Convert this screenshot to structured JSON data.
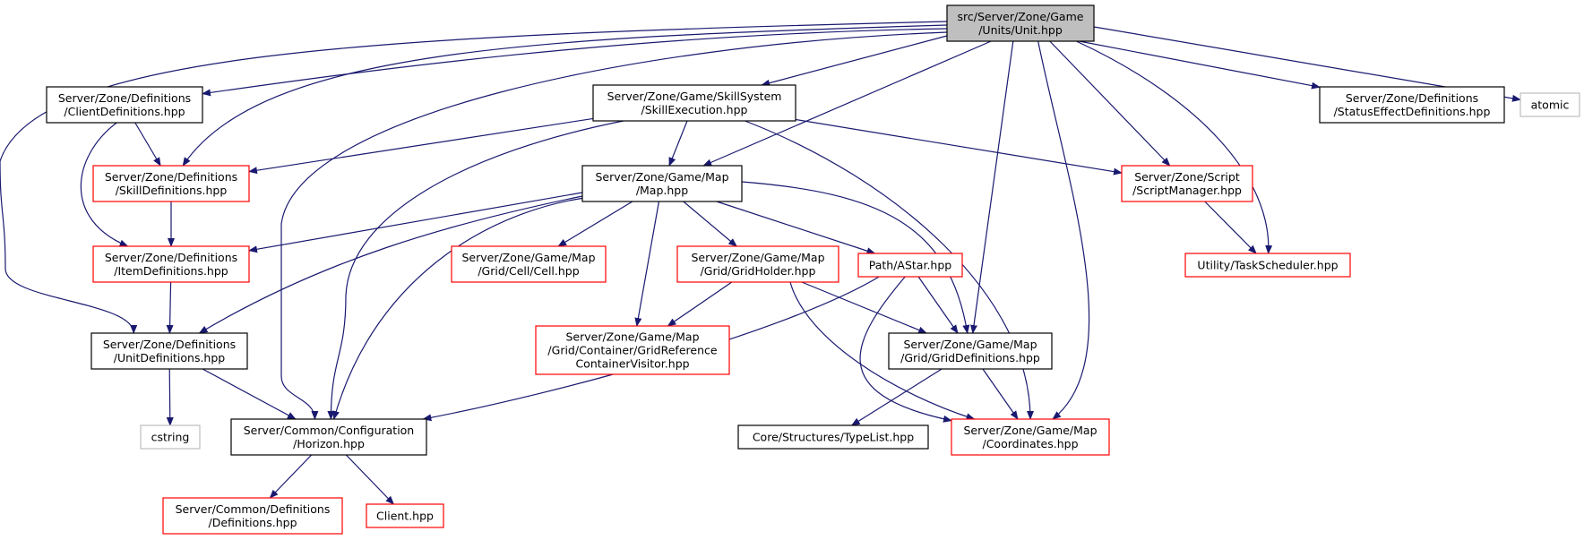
{
  "colors": {
    "edge": "#191970",
    "root_fill": "#bfbfbf",
    "root_border": "#000000",
    "documented_border": "#000000",
    "truncated_border": "#ff0000",
    "external_border": "#bfbfbf",
    "text": "#000000"
  },
  "nodes": [
    {
      "id": "unit",
      "lines": [
        "src/Server/Zone/Game",
        "/Units/Unit.hpp"
      ],
      "kind": "root"
    },
    {
      "id": "clientdefs",
      "lines": [
        "Server/Zone/Definitions",
        "/ClientDefinitions.hpp"
      ],
      "kind": "documented"
    },
    {
      "id": "skillexec",
      "lines": [
        "Server/Zone/Game/SkillSystem",
        "/SkillExecution.hpp"
      ],
      "kind": "documented"
    },
    {
      "id": "statusdefs",
      "lines": [
        "Server/Zone/Definitions",
        "/StatusEffectDefinitions.hpp"
      ],
      "kind": "documented"
    },
    {
      "id": "atomic",
      "lines": [
        "atomic"
      ],
      "kind": "external"
    },
    {
      "id": "skilldefs",
      "lines": [
        "Server/Zone/Definitions",
        "/SkillDefinitions.hpp"
      ],
      "kind": "truncated"
    },
    {
      "id": "map",
      "lines": [
        "Server/Zone/Game/Map",
        "/Map.hpp"
      ],
      "kind": "documented"
    },
    {
      "id": "scriptmgr",
      "lines": [
        "Server/Zone/Script",
        "/ScriptManager.hpp"
      ],
      "kind": "truncated"
    },
    {
      "id": "itemdefs",
      "lines": [
        "Server/Zone/Definitions",
        "/ItemDefinitions.hpp"
      ],
      "kind": "truncated"
    },
    {
      "id": "cell",
      "lines": [
        "Server/Zone/Game/Map",
        "/Grid/Cell/Cell.hpp"
      ],
      "kind": "truncated"
    },
    {
      "id": "gridholder",
      "lines": [
        "Server/Zone/Game/Map",
        "/Grid/GridHolder.hpp"
      ],
      "kind": "truncated"
    },
    {
      "id": "astar",
      "lines": [
        "Path/AStar.hpp"
      ],
      "kind": "truncated"
    },
    {
      "id": "taskscheduler",
      "lines": [
        "Utility/TaskScheduler.hpp"
      ],
      "kind": "truncated"
    },
    {
      "id": "unitdefs",
      "lines": [
        "Server/Zone/Definitions",
        "/UnitDefinitions.hpp"
      ],
      "kind": "documented"
    },
    {
      "id": "gridvisitor",
      "lines": [
        "Server/Zone/Game/Map",
        "/Grid/Container/GridReference",
        "ContainerVisitor.hpp"
      ],
      "kind": "truncated"
    },
    {
      "id": "griddefs",
      "lines": [
        "Server/Zone/Game/Map",
        "/Grid/GridDefinitions.hpp"
      ],
      "kind": "documented"
    },
    {
      "id": "cstring",
      "lines": [
        "cstring"
      ],
      "kind": "external"
    },
    {
      "id": "horizon",
      "lines": [
        "Server/Common/Configuration",
        "/Horizon.hpp"
      ],
      "kind": "documented"
    },
    {
      "id": "typelist",
      "lines": [
        "Core/Structures/TypeList.hpp"
      ],
      "kind": "documented"
    },
    {
      "id": "coordinates",
      "lines": [
        "Server/Zone/Game/Map",
        "/Coordinates.hpp"
      ],
      "kind": "truncated"
    },
    {
      "id": "commondefs",
      "lines": [
        "Server/Common/Definitions",
        "/Definitions.hpp"
      ],
      "kind": "truncated"
    },
    {
      "id": "clienthpp",
      "lines": [
        "Client.hpp"
      ],
      "kind": "truncated"
    }
  ],
  "edges": [
    {
      "from": "unit",
      "to": "clientdefs"
    },
    {
      "from": "unit",
      "to": "skillexec"
    },
    {
      "from": "unit",
      "to": "statusdefs"
    },
    {
      "from": "unit",
      "to": "atomic"
    },
    {
      "from": "unit",
      "to": "skilldefs"
    },
    {
      "from": "unit",
      "to": "map"
    },
    {
      "from": "unit",
      "to": "scriptmgr"
    },
    {
      "from": "unit",
      "to": "taskscheduler"
    },
    {
      "from": "unit",
      "to": "unitdefs"
    },
    {
      "from": "unit",
      "to": "griddefs"
    },
    {
      "from": "unit",
      "to": "horizon"
    },
    {
      "from": "unit",
      "to": "coordinates"
    },
    {
      "from": "clientdefs",
      "to": "skilldefs"
    },
    {
      "from": "clientdefs",
      "to": "itemdefs"
    },
    {
      "from": "skillexec",
      "to": "skilldefs"
    },
    {
      "from": "skillexec",
      "to": "map"
    },
    {
      "from": "skillexec",
      "to": "scriptmgr"
    },
    {
      "from": "skillexec",
      "to": "horizon"
    },
    {
      "from": "skillexec",
      "to": "coordinates"
    },
    {
      "from": "skilldefs",
      "to": "itemdefs"
    },
    {
      "from": "map",
      "to": "itemdefs"
    },
    {
      "from": "map",
      "to": "unitdefs"
    },
    {
      "from": "map",
      "to": "cell"
    },
    {
      "from": "map",
      "to": "gridholder"
    },
    {
      "from": "map",
      "to": "astar"
    },
    {
      "from": "map",
      "to": "gridvisitor"
    },
    {
      "from": "map",
      "to": "griddefs"
    },
    {
      "from": "map",
      "to": "horizon"
    },
    {
      "from": "scriptmgr",
      "to": "taskscheduler"
    },
    {
      "from": "itemdefs",
      "to": "unitdefs"
    },
    {
      "from": "gridholder",
      "to": "gridvisitor"
    },
    {
      "from": "gridholder",
      "to": "griddefs"
    },
    {
      "from": "gridholder",
      "to": "coordinates"
    },
    {
      "from": "astar",
      "to": "griddefs"
    },
    {
      "from": "astar",
      "to": "horizon"
    },
    {
      "from": "astar",
      "to": "coordinates"
    },
    {
      "from": "unitdefs",
      "to": "cstring"
    },
    {
      "from": "unitdefs",
      "to": "horizon"
    },
    {
      "from": "griddefs",
      "to": "typelist"
    },
    {
      "from": "griddefs",
      "to": "coordinates"
    },
    {
      "from": "horizon",
      "to": "commondefs"
    },
    {
      "from": "horizon",
      "to": "clienthpp"
    }
  ]
}
